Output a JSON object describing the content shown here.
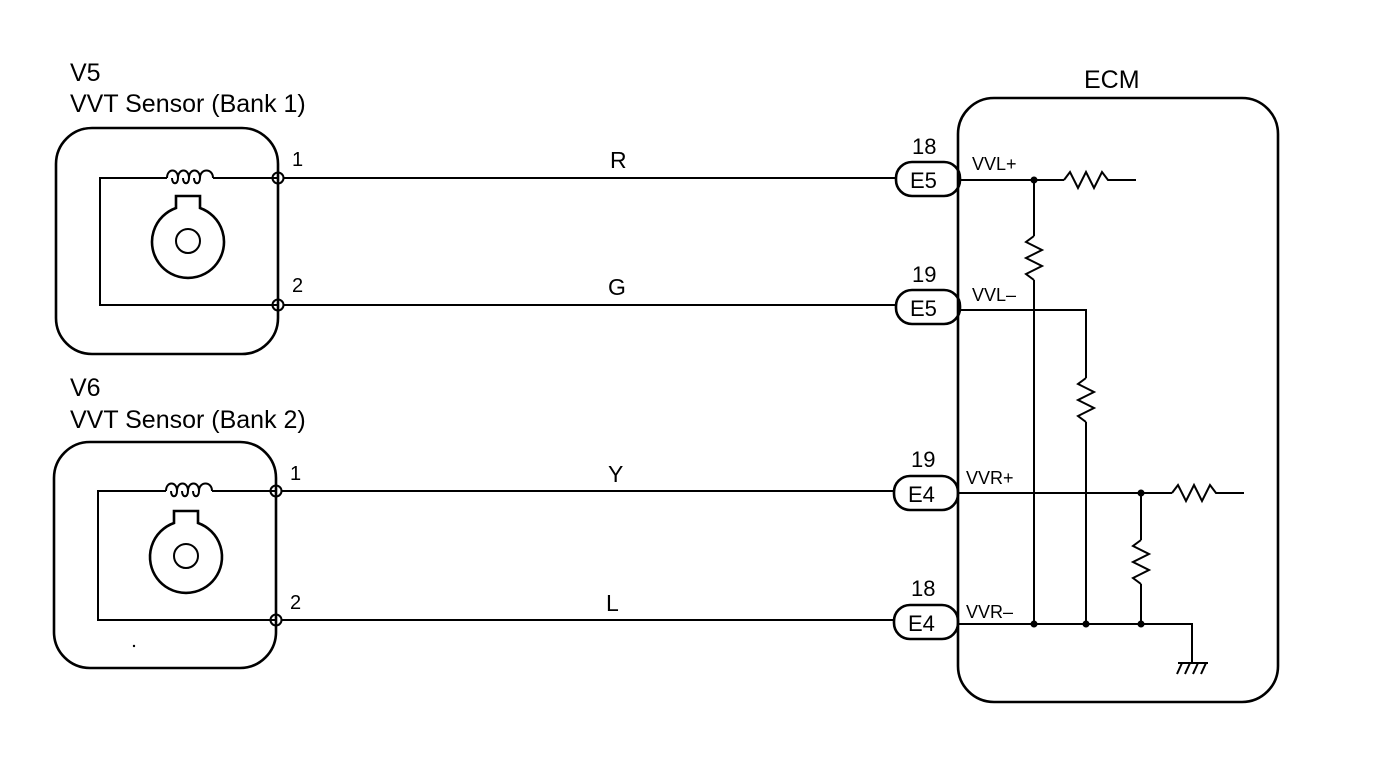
{
  "sensors": [
    {
      "code": "V5",
      "name": "VVT Sensor (Bank 1)",
      "pins": [
        {
          "number": "1",
          "wire_color": "R",
          "cavity": "18",
          "connector": "E5",
          "signal": "VVL+"
        },
        {
          "number": "2",
          "wire_color": "G",
          "cavity": "19",
          "connector": "E5",
          "signal": "VVL–"
        }
      ]
    },
    {
      "code": "V6",
      "name": "VVT Sensor (Bank 2)",
      "pins": [
        {
          "number": "1",
          "wire_color": "Y",
          "cavity": "19",
          "connector": "E4",
          "signal": "VVR+"
        },
        {
          "number": "2",
          "wire_color": "L",
          "cavity": "18",
          "connector": "E4",
          "signal": "VVR–"
        }
      ]
    }
  ],
  "ecm": {
    "label": "ECM"
  },
  "icons": [
    "coil-icon",
    "resistor-icon",
    "ground-icon",
    "sensor-rotor-icon"
  ],
  "colors": {
    "line": "#000000",
    "background": "#ffffff"
  }
}
